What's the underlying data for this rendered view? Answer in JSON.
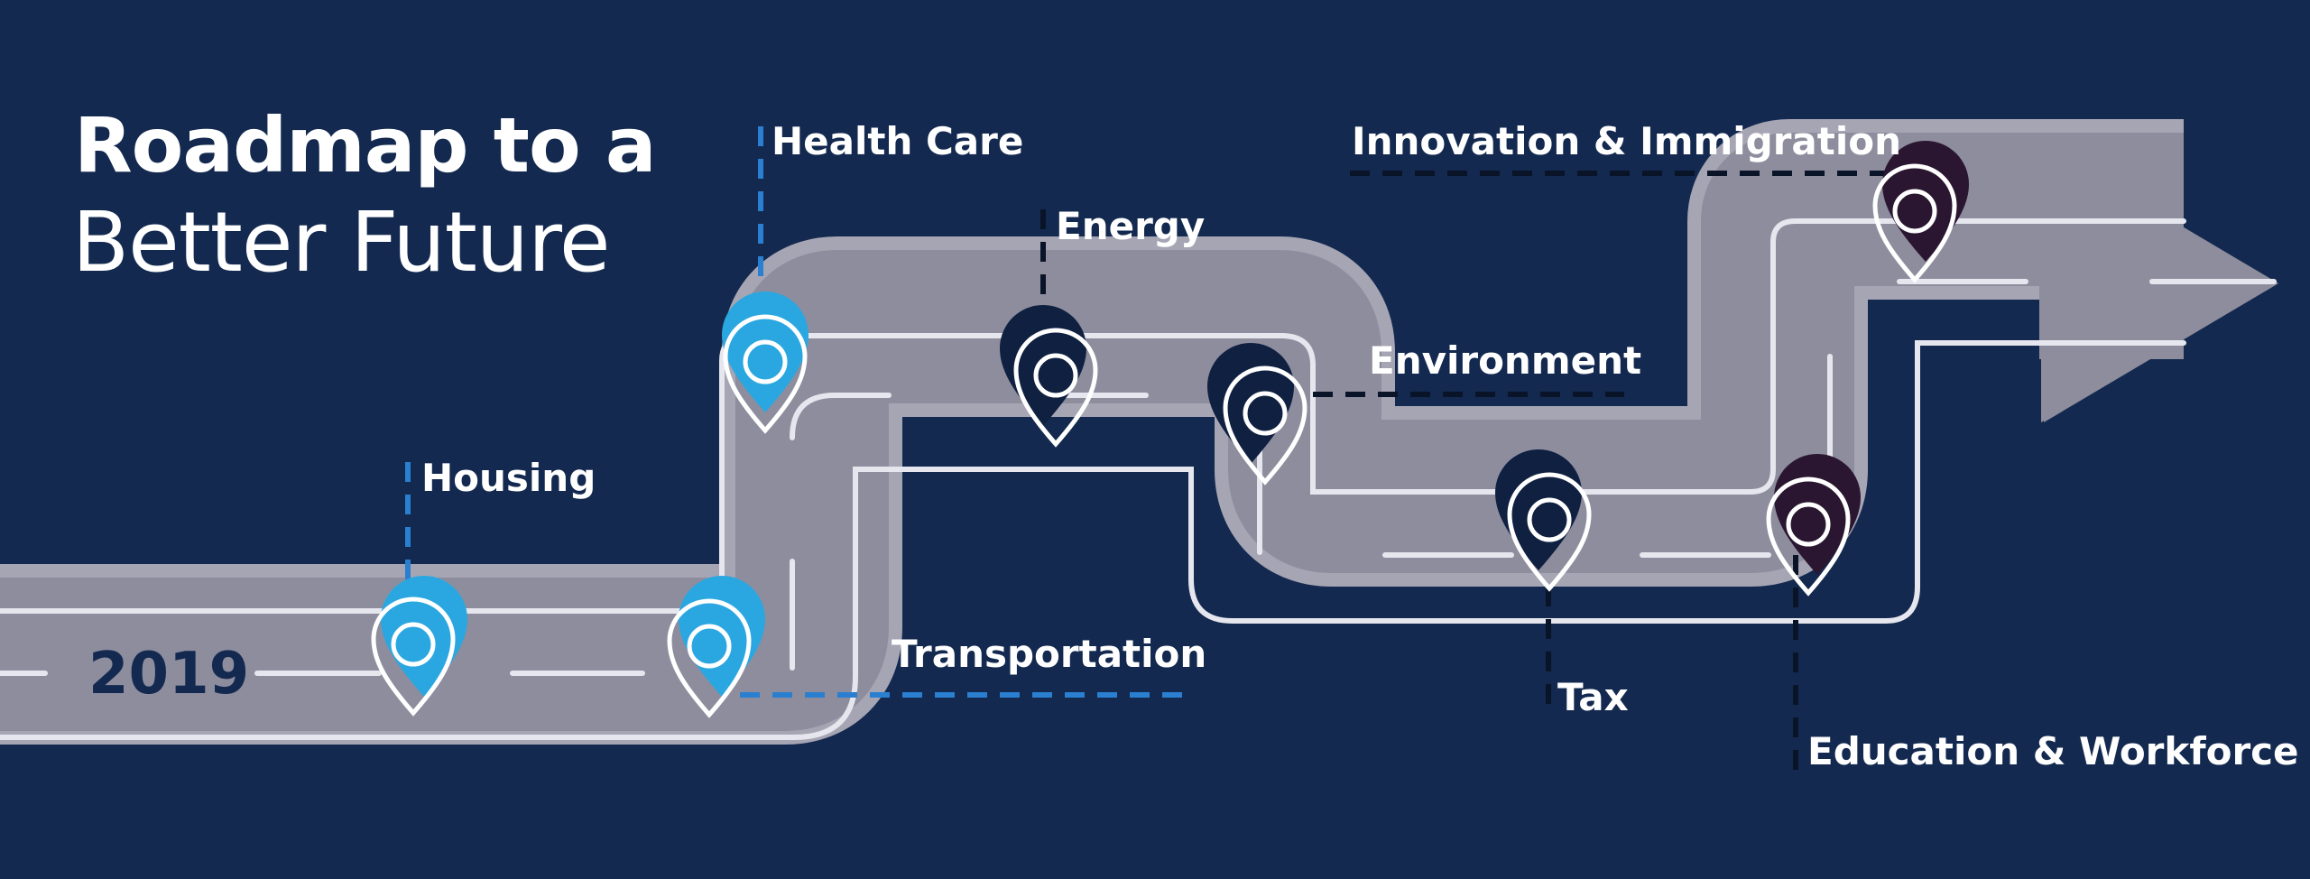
{
  "title": {
    "line1": "Roadmap to a",
    "line2": "Better Future"
  },
  "start_year": "2019",
  "milestones": [
    {
      "label": "Housing"
    },
    {
      "label": "Transportation"
    },
    {
      "label": "Health Care"
    },
    {
      "label": "Energy"
    },
    {
      "label": "Environment"
    },
    {
      "label": "Tax"
    },
    {
      "label": "Education & Workforce"
    },
    {
      "label": "Innovation & Immigration"
    }
  ],
  "colors": {
    "background": "#13294f",
    "road": "#8e8d9e",
    "road_border": "#a6a5b4",
    "road_lane": "#e6e6ee",
    "pin_light": "#2aa7e0",
    "pin_navy": "#0f2040",
    "pin_dark": "#2a1630"
  }
}
